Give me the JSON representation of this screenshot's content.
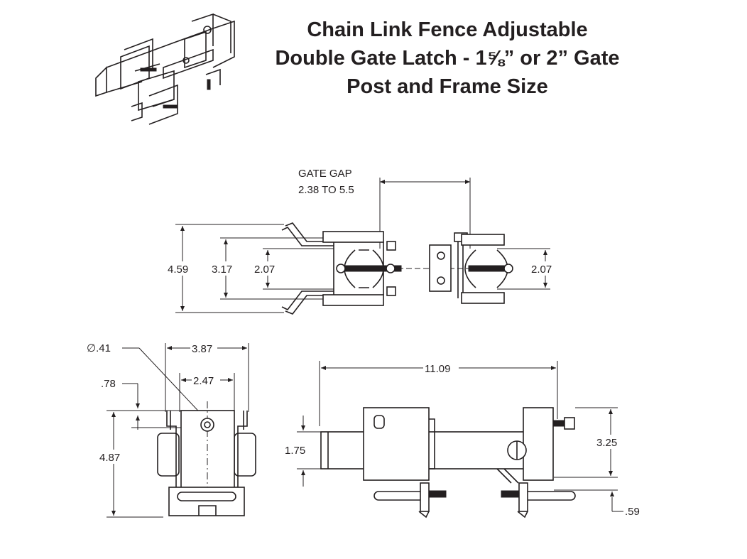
{
  "title": {
    "line1": "Chain Link Fence Adjustable",
    "line2": "Double Gate Latch - 1⅝” or 2” Gate",
    "line3": "Post and Frame Size"
  },
  "top_view": {
    "gate_gap_label": "GATE GAP",
    "gate_gap_range": "2.38 TO 5.5",
    "dim_overall_height": "4.59",
    "dim_inner_height": "3.17",
    "dim_left_post": "2.07",
    "dim_right_post": "2.07"
  },
  "end_view": {
    "dim_hole_diameter": "∅.41",
    "dim_width": "3.87",
    "dim_inner_width": "2.47",
    "dim_hole_offset": ".78",
    "dim_height": "4.87"
  },
  "side_view": {
    "dim_length": "11.09",
    "dim_bar_height": "1.75",
    "dim_height": "3.25",
    "dim_bolt_offset": ".59"
  },
  "icons": [
    "latch-isometric-icon"
  ]
}
